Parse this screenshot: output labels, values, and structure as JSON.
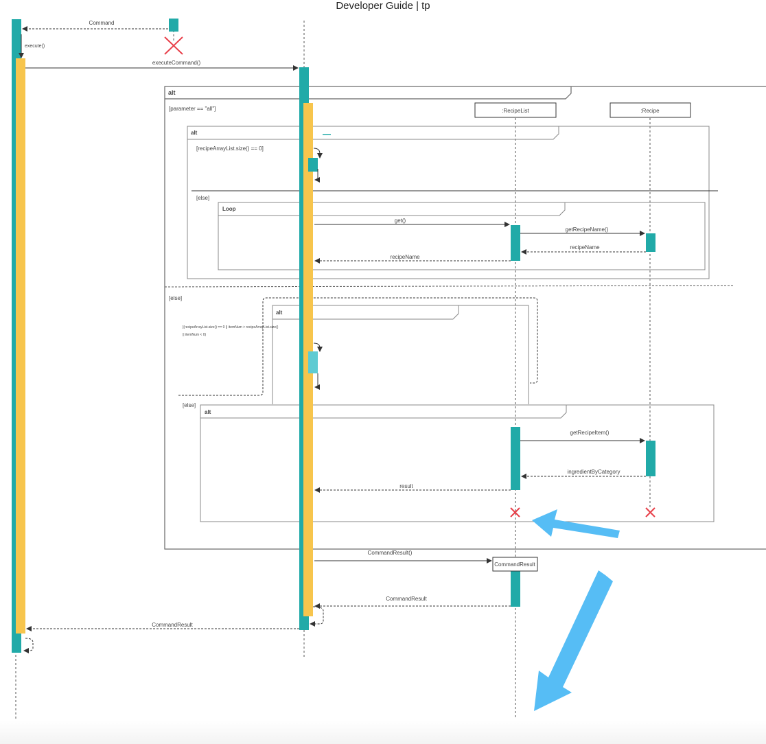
{
  "page": {
    "title": "Developer Guide | tp"
  },
  "colors": {
    "activation": "#21aaa8",
    "activation_light": "#5fcbd2",
    "execution": "#f7c54d",
    "line": "#333333",
    "frame": "#666666",
    "destroy": "#e8404a",
    "annotation_arrow": "#56bdf5"
  },
  "participants": {
    "recipe_list": ":RecipeList",
    "recipe": ":Recipe",
    "command_result": "CommandResult"
  },
  "messages": {
    "command": "Command",
    "execute": "execute()",
    "execute_command": "executeCommand()",
    "get": "get()",
    "get_recipe_name": "getRecipeName()",
    "recipe_name_1": "recipeName",
    "recipe_name_2": "recipeName",
    "get_recipe_item": "getRecipeItem()",
    "ingredient_by_category": "ingredientByCategory",
    "result": "result",
    "command_result_create": "CommandResult()",
    "command_result_return_1": "CommandResult",
    "command_result_return_2": "CommandResult"
  },
  "frames": {
    "alt_outer": "alt",
    "alt_inner_1": "alt",
    "loop": "Loop",
    "alt_inner_2": "alt",
    "alt_inner_3": "alt"
  },
  "guards": {
    "parameter_all": "[parameter == \"all\"]",
    "size_zero": "[recipeArrayList.size() == 0]",
    "else_1": "[else]",
    "else_2": "[else]",
    "else_3": "[else]",
    "long_guard_line1": "[(recipeArrayList.size() == 0 || itemNum > recipeArrayList.size()",
    "long_guard_line2": "|| itemNum < 0)"
  }
}
